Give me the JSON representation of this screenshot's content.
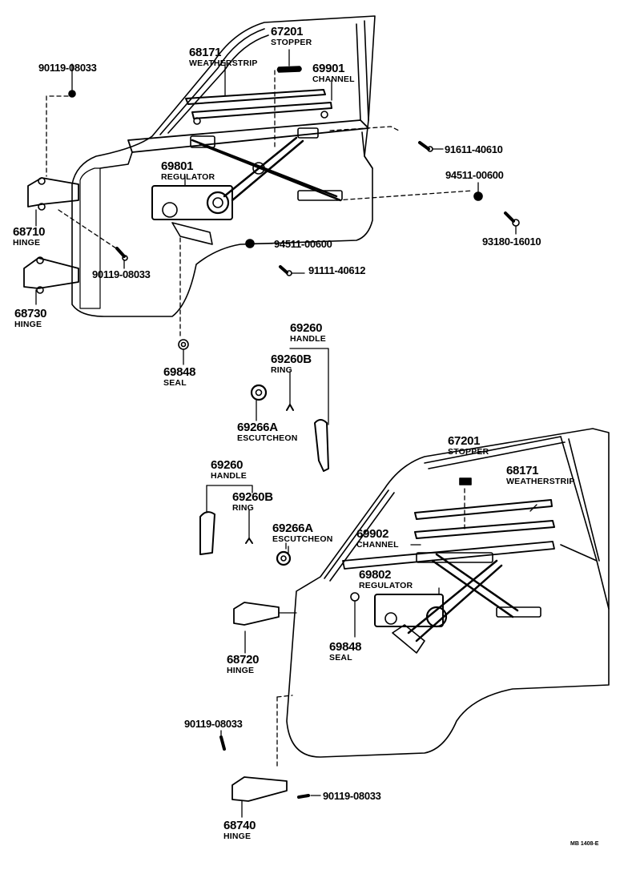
{
  "diagram": {
    "type": "exploded-parts-diagram",
    "subject": "Front and rear door window regulator & hinge assembly",
    "drawing_code": "MB 1408-E"
  },
  "parts": {
    "front": {
      "stopper": {
        "number": "67201",
        "name": "STOPPER"
      },
      "weatherstrip": {
        "number": "68171",
        "name": "WEATHERSTRIP"
      },
      "channel": {
        "number": "69901",
        "name": "CHANNEL"
      },
      "regulator": {
        "number": "69801",
        "name": "REGULATOR"
      },
      "hinge_upper": {
        "number": "68710",
        "name": "HINGE"
      },
      "hinge_lower": {
        "number": "68730",
        "name": "HINGE"
      },
      "seal": {
        "number": "69848",
        "name": "SEAL"
      },
      "bolt_hinge_upper": "90119-08033",
      "bolt_hinge_lower": "90119-08033",
      "bolt_channel": "91611-40610",
      "nut_right": "94511-00600",
      "bolt_right": "93180-16010",
      "nut_center": "94511-00600",
      "bolt_center": "91111-40612",
      "handle": {
        "number": "69260",
        "name": "HANDLE"
      },
      "ring": {
        "number": "69260B",
        "name": "RING"
      },
      "escutcheon": {
        "number": "69266A",
        "name": "ESCUTCHEON"
      }
    },
    "rear": {
      "handle": {
        "number": "69260",
        "name": "HANDLE"
      },
      "ring": {
        "number": "69260B",
        "name": "RING"
      },
      "escutcheon": {
        "number": "69266A",
        "name": "ESCUTCHEON"
      },
      "stopper": {
        "number": "67201",
        "name": "STOPPER"
      },
      "weatherstrip": {
        "number": "68171",
        "name": "WEATHERSTRIP"
      },
      "channel": {
        "number": "69902",
        "name": "CHANNEL"
      },
      "regulator": {
        "number": "69802",
        "name": "REGULATOR"
      },
      "seal": {
        "number": "69848",
        "name": "SEAL"
      },
      "hinge_upper": {
        "number": "68720",
        "name": "HINGE"
      },
      "hinge_lower": {
        "number": "68740",
        "name": "HINGE"
      },
      "bolt_left": "90119-08033",
      "bolt_right": "90119-08033"
    }
  }
}
